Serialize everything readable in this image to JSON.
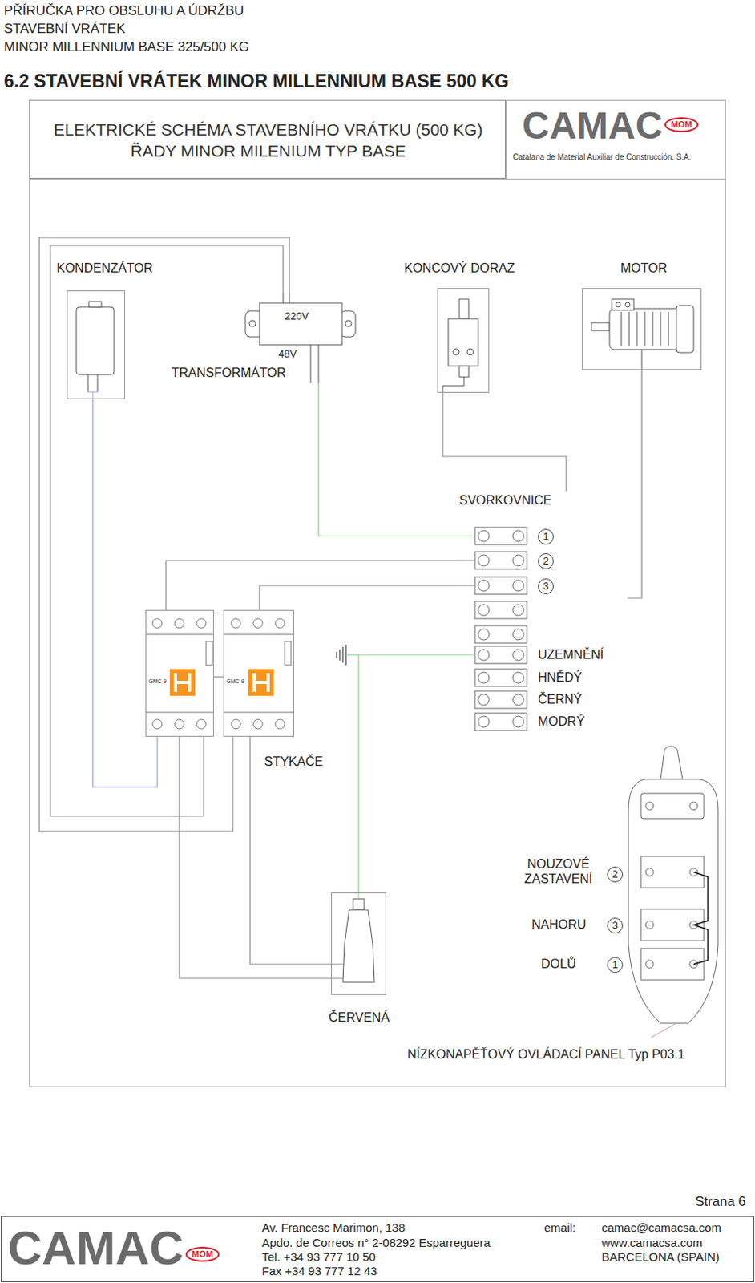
{
  "diagram": {
    "title": "6.2 STAVEBNÍ VRÁTEK MINOR MILLENNIUM BASE 500 KG",
    "nodes": [
      {
        "text": [
          "ELEKTRICKÉ SCHÉMA STAVEBNÍHO VRÁTKU (500 KG) ŘADY MINOR MILENIUM TYP BASE"
        ]
      },
      {
        "text": [
          "KONDENZÁTOR"
        ]
      },
      {
        "text": [
          "220V",
          "48V",
          "TRANSFORMÁTOR"
        ]
      },
      {
        "text": [
          "KONCOVÝ DORAZ"
        ]
      },
      {
        "text": [
          "MOTOR"
        ]
      },
      {
        "text": [
          "SVORKOVNICE",
          "1",
          "2",
          "3",
          "UZEMNĚNÍ",
          "HNĚDÝ",
          "ČERNÝ",
          "MODRÝ"
        ]
      },
      {
        "text": [
          "GMC-9"
        ]
      },
      {
        "text": [
          "GMC-9"
        ]
      },
      {
        "text": [
          "ČERVENÁ"
        ]
      },
      {
        "text": [
          "NOUZOVÉ ZASTAVENÍ",
          "2",
          "NAHORU",
          "3",
          "DOLŮ",
          "1",
          "NÍZKONAPĚŤOVÝ OVLÁDACÍ PANEL Typ P03.1"
        ]
      }
    ],
    "edges": [
      {
        "from": 2,
        "to": 7,
        "arrow": "none"
      },
      {
        "from": 2,
        "to": 6,
        "arrow": "none"
      },
      {
        "from": 2,
        "to": 5,
        "arrow": "none"
      },
      {
        "from": 1,
        "to": 6,
        "arrow": "none"
      },
      {
        "from": 3,
        "to": 5,
        "arrow": "none"
      },
      {
        "from": 4,
        "to": 5,
        "arrow": "none"
      },
      {
        "from": 6,
        "to": 5,
        "arrow": "none"
      },
      {
        "from": 7,
        "to": 5,
        "arrow": "none"
      },
      {
        "from": 6,
        "to": 7,
        "arrow": "none"
      },
      {
        "from": 8,
        "to": 6,
        "arrow": "none"
      },
      {
        "from": 8,
        "to": 7,
        "arrow": "none"
      },
      {
        "from": 8,
        "to": 5,
        "arrow": "none"
      }
    ],
    "labels": [
      "PŘÍRUČKA PRO OBSLUHU A ÚDRŽBU",
      "STAVEBNÍ VRÁTEK",
      "MINOR MILLENNIUM BASE 325/500 KG",
      "CAMAC",
      "MOM",
      "Catalana de Material Auxiliar de Construcción. S.A.",
      "STYKAČE",
      "Strana 6",
      "CAMAC",
      "MOM",
      "Av. Francesc Marimon, 138",
      "Apdo. de Correos n° 2-08292 Esparreguera",
      "Tel. +34 93 777 10 50",
      "Fax +34 93 777 12 43",
      "email:",
      "camac@camacsa.com",
      "www.camacsa.com",
      "BARCELONA (SPAIN)"
    ]
  }
}
